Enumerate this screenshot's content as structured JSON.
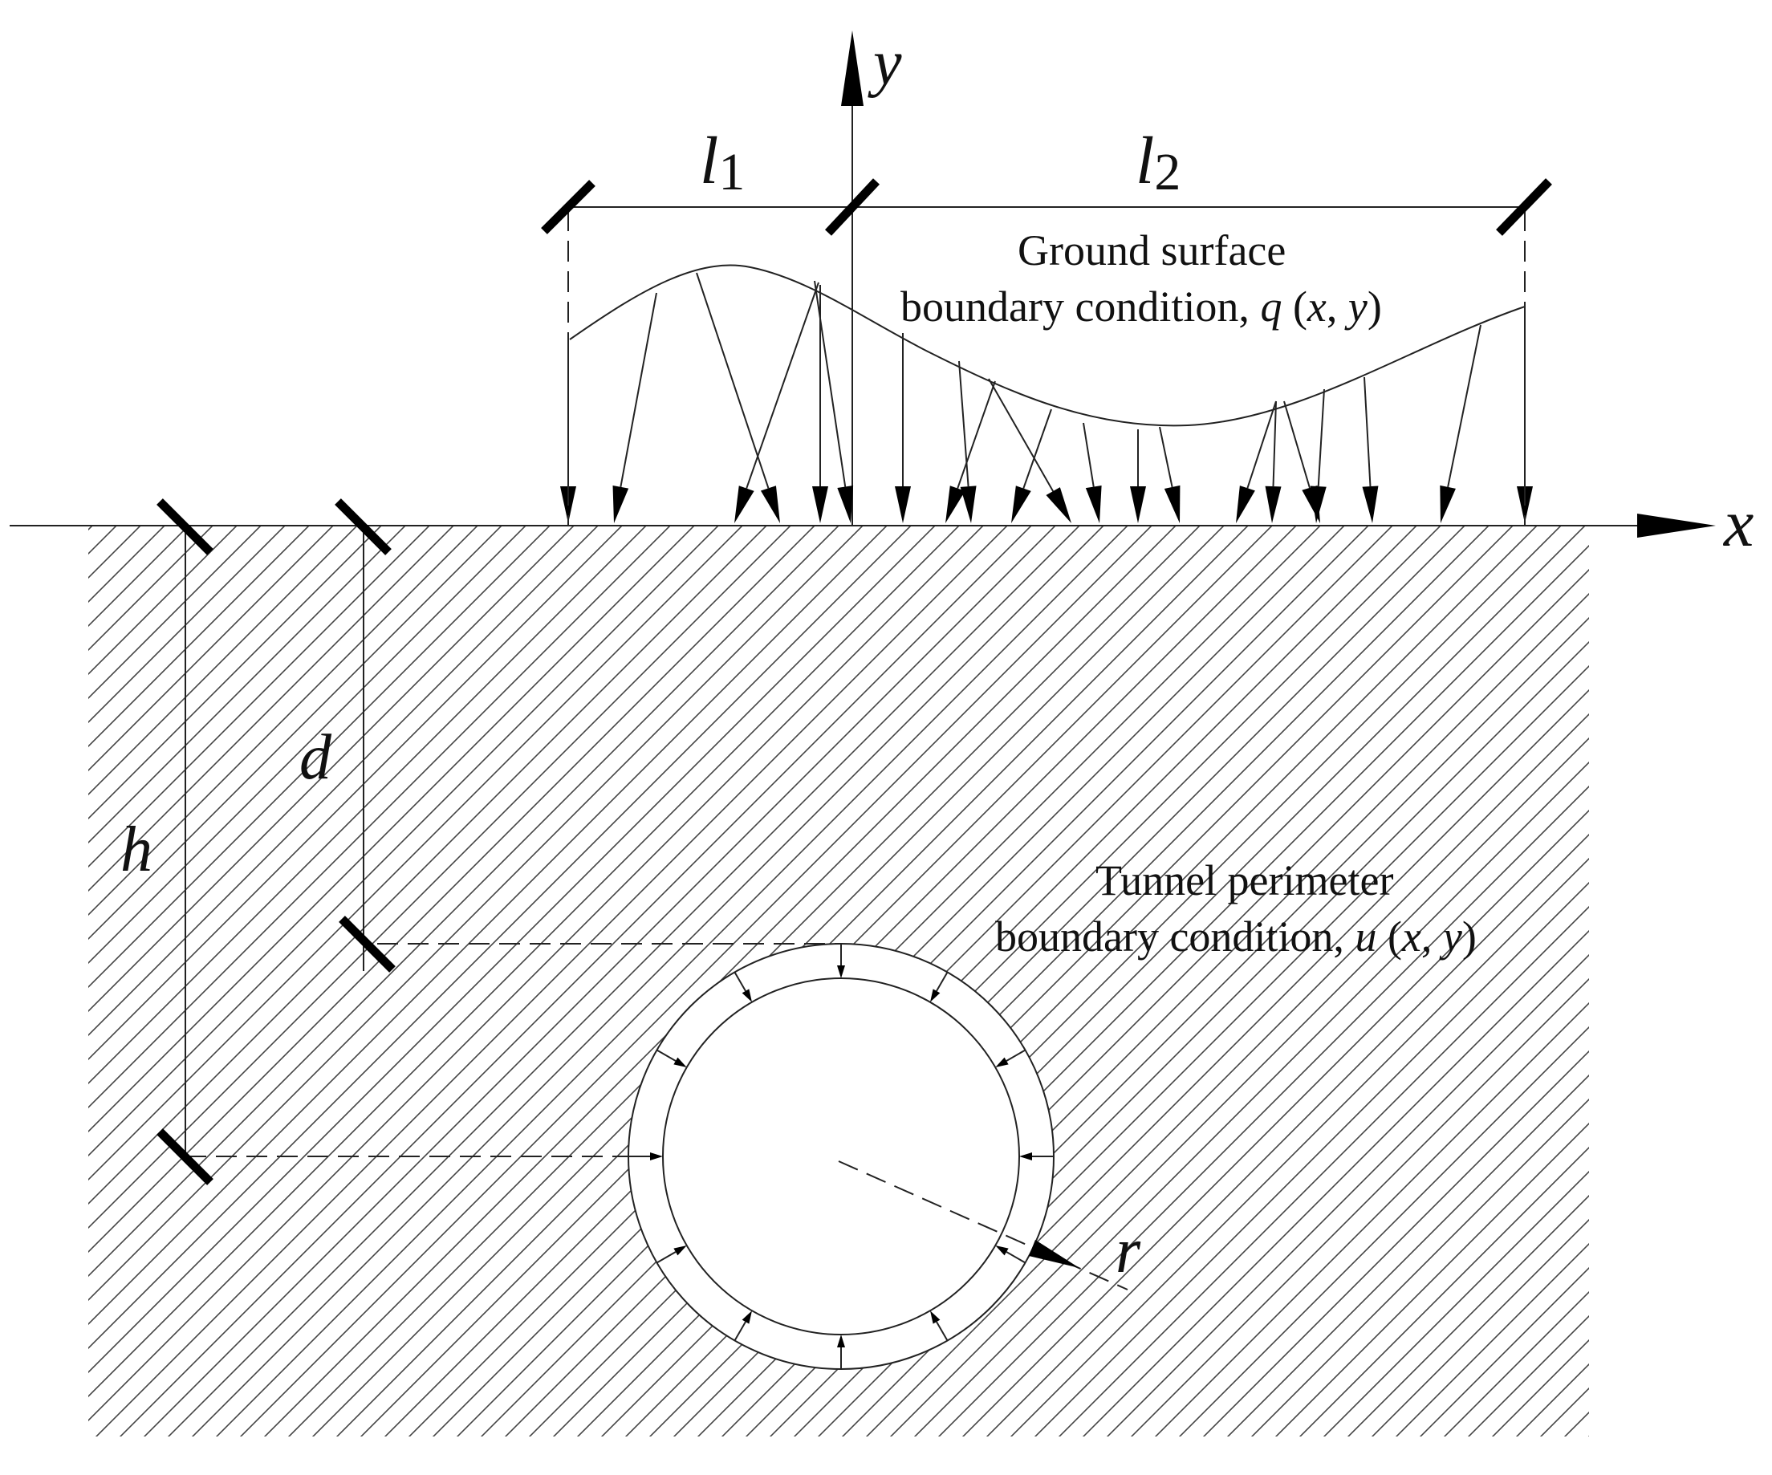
{
  "axes": {
    "x_label": "x",
    "y_label": "y"
  },
  "dimensions": {
    "l1": {
      "base": "l",
      "sub": "1"
    },
    "l2": {
      "base": "l",
      "sub": "2"
    },
    "h": "h",
    "d": "d",
    "r": "r"
  },
  "ground_surface": {
    "line1": "Ground surface",
    "line2_prefix": "boundary condition, ",
    "func": "q",
    "open": " (",
    "arg1": "x",
    "sep": ", ",
    "arg2": "y",
    "close": ")"
  },
  "tunnel_perimeter": {
    "line1": "Tunnel perimeter",
    "line2_prefix": "boundary condition, ",
    "func": "u",
    "open": " (",
    "arg1": "x",
    "sep": ", ",
    "arg2": "y",
    "close": ")"
  },
  "colors": {
    "ink": "#000000",
    "hatch": "#444444",
    "background": "#ffffff"
  }
}
